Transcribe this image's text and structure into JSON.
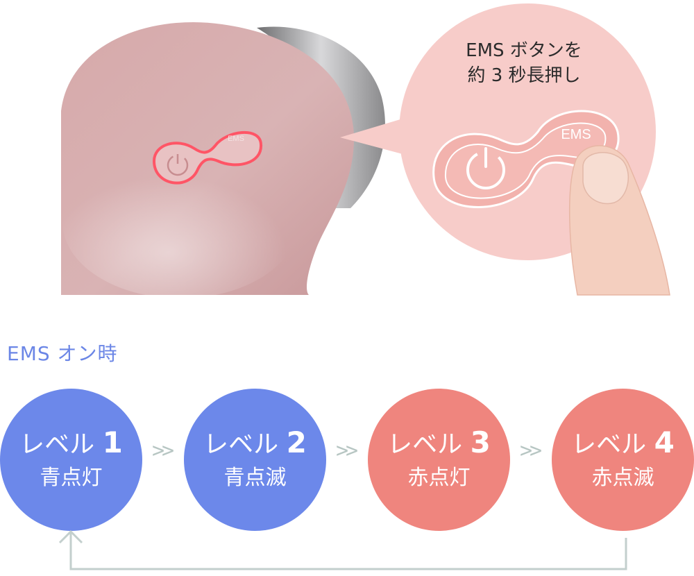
{
  "device": {
    "button_label": "EMS"
  },
  "callout": {
    "line1": "EMS ボタンを",
    "line2": "約 3 秒長押し",
    "button_label": "EMS"
  },
  "section": {
    "title": "EMS オン時"
  },
  "levels": [
    {
      "name": "レベル",
      "number": "1",
      "state": "青点灯",
      "color": "#6c88ea"
    },
    {
      "name": "レベル",
      "number": "2",
      "state": "青点滅",
      "color": "#6c88ea"
    },
    {
      "name": "レベル",
      "number": "3",
      "state": "赤点灯",
      "color": "#ef857e"
    },
    {
      "name": "レベル",
      "number": "4",
      "state": "赤点滅",
      "color": "#ef857e"
    }
  ],
  "arrows": [
    "chevron-right-icon",
    "chevron-right-icon",
    "chevron-right-icon"
  ],
  "loop_icon": "chevron-up-icon"
}
